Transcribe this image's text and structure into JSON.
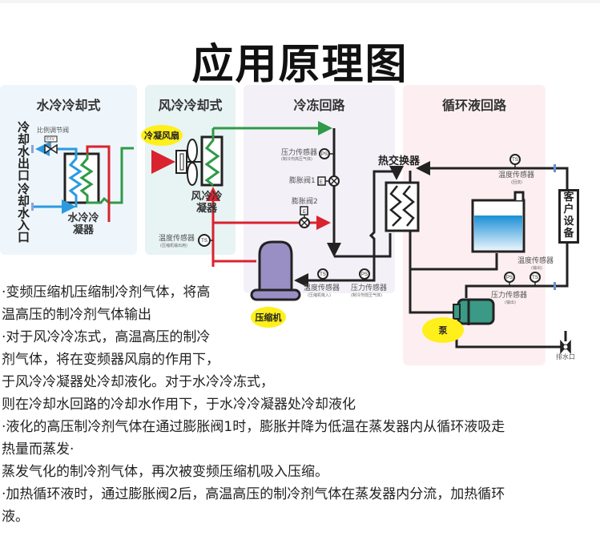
{
  "page_title": "应用原理图",
  "panels": {
    "water_cooling": {
      "title": "水冷冷却式",
      "cooling_water_out": "冷却水出口",
      "cooling_water_in": "冷却水入口",
      "valve_label": "比例调节阀",
      "valve_tag": "EXV",
      "condenser": "水冷冷凝器"
    },
    "air_cooling": {
      "title": "风冷冷却式",
      "fan_bubble": "冷凝风扇",
      "condenser": "风冷冷凝器",
      "temp_sensor": "温度传感器",
      "temp_sensor_sub": "(压缩机输出用)"
    },
    "refrigeration": {
      "title": "冷冻回路",
      "pressure_sensor_high": "压力传感器",
      "pressure_sensor_high_sub": "(制冷剂高压气体)",
      "expansion_valve_1": "膨胀阀1",
      "expansion_valve_2": "膨胀阀2",
      "temp_sensor_in": "温度传感器",
      "temp_sensor_in_sub": "(压缩机吸入)",
      "pressure_sensor_low": "压力传感器",
      "pressure_sensor_low_sub": "(制冷剂低压气体)",
      "compressor_bubble": "压缩机"
    },
    "circulation": {
      "title": "循环液回路",
      "heat_exchanger": "热交换器",
      "temp_sensor_return": "温度传感器",
      "temp_sensor_return_sub": "(回流)",
      "temp_sensor_out": "温度传感器",
      "temp_sensor_out_sub": "(输出)",
      "pressure_sensor_out": "压力传感器",
      "pressure_sensor_out_sub": "(输出)",
      "customer_equipment": "客户设备",
      "pump_bubble": "泵",
      "drain": "排水口"
    }
  },
  "symbols": {
    "ts": "TS",
    "ps": "PS",
    "e": "E"
  },
  "colors": {
    "hot_line": "#d9232e",
    "cool_line": "#2f9a47",
    "water_line": "#2a9be0",
    "pipe": "#222222",
    "compressor": "#9a8fc4",
    "pump": "#3a9a85",
    "bubble": "#ffef1a",
    "tank_water": "#1a8fd6"
  },
  "description": [
    "·变频压缩机压缩制冷剂气体，将高",
    "温高压的制冷剂气体输出",
    "·对于风冷冷冻式，高温高压的制冷",
    "剂气体，将在变频器风扇的作用下，",
    "于风冷冷凝器处冷却液化。对于水冷冷冻式，",
    " 则在冷却水回路的冷却水作用下，于水冷冷凝器处冷却液化",
    "·液化的高压制冷剂气体在通过膨胀阀1时，膨胀并降为低温在蒸发器内从循环液吸走",
    "热量而蒸发·",
    "蒸发气化的制冷剂气体，再次被变频压缩机吸入压缩。",
    "·加热循环液时，通过膨胀阀2后，高温高压的制冷剂气体在蒸发器内分流，加热循环",
    "液。"
  ]
}
